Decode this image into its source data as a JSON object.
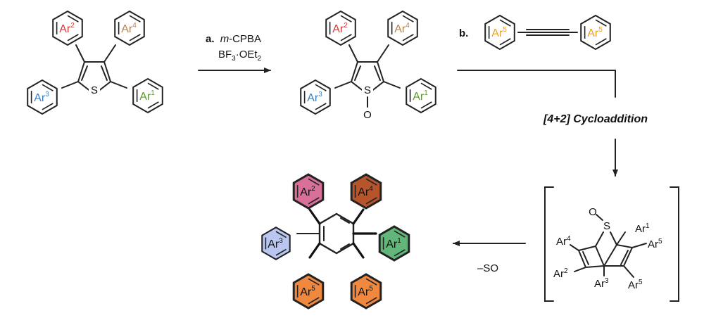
{
  "colors": {
    "ar1": "#5a9a2c",
    "ar2": "#d23a3a",
    "ar3": "#3a7fc6",
    "ar4": "#b8824f",
    "ar5": "#f0a020",
    "fill_ar1": "#63b67a",
    "fill_ar2": "#d9709a",
    "fill_ar3": "#b9c7f0",
    "fill_ar4": "#b6542c",
    "fill_ar5": "#f0893f"
  },
  "labels": {
    "ar1": "Ar",
    "ar2": "Ar",
    "ar3": "Ar",
    "ar4": "Ar",
    "ar5": "Ar",
    "sup1": "1",
    "sup2": "2",
    "sup3": "3",
    "sup4": "4",
    "sup5": "5",
    "sulfur": "S",
    "oxygen": "O"
  },
  "steps": {
    "a_label": "a.",
    "a_reagent_prefix": "m",
    "a_reagent_rest": "-CPBA",
    "a_reagent2_main": "BF",
    "a_reagent2_sub": "3",
    "a_reagent2_rest": "·OEt",
    "a_reagent2_sub2": "2",
    "b_label": "b.",
    "cycloaddition": "[4+2] Cycloaddition",
    "extrusion": "–SO"
  },
  "icons": {
    "reaction_arrow": "arrow-right-icon",
    "arrow_down": "arrow-down-icon",
    "arrow_left": "arrow-left-icon"
  }
}
